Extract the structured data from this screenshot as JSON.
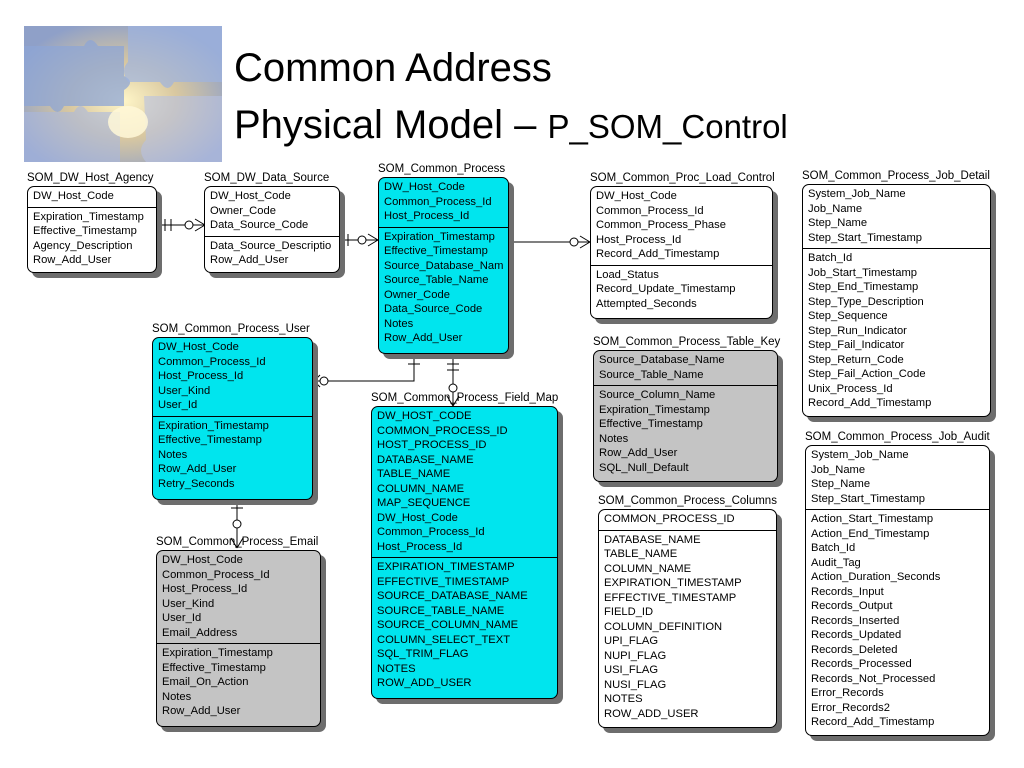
{
  "slide": {
    "title_line1": "Common Address",
    "title_line2": "Physical Model –",
    "title_line2_suffix": "P_SOM_Control"
  },
  "colors": {
    "cyan": "#00e5ee",
    "gray": "#c4c4c4",
    "white": "#ffffff",
    "shadow": "#6d6d6d"
  },
  "entities": {
    "host_agency": {
      "name": "SOM_DW_Host_Agency",
      "keys": [
        "DW_Host_Code"
      ],
      "attrs": [
        "Expiration_Timestamp",
        "Effective_Timestamp",
        "Agency_Description",
        "Row_Add_User"
      ]
    },
    "data_source": {
      "name": "SOM_DW_Data_Source",
      "keys": [
        "DW_Host_Code",
        "Owner_Code",
        "Data_Source_Code"
      ],
      "attrs": [
        "Data_Source_Descriptio",
        "Row_Add_User"
      ]
    },
    "common_process": {
      "name": "SOM_Common_Process",
      "keys": [
        "DW_Host_Code",
        "Common_Process_Id",
        "Host_Process_Id"
      ],
      "attrs": [
        "Expiration_Timestamp",
        "Effective_Timestamp",
        "Source_Database_Nam",
        "Source_Table_Name",
        "Owner_Code",
        "Data_Source_Code",
        "Notes",
        "Row_Add_User"
      ]
    },
    "proc_load_control": {
      "name": "SOM_Common_Proc_Load_Control",
      "keys": [
        "DW_Host_Code",
        "Common_Process_Id",
        "Common_Process_Phase",
        "Host_Process_Id",
        "Record_Add_Timestamp"
      ],
      "attrs": [
        "Load_Status",
        "Record_Update_Timestamp",
        "Attempted_Seconds"
      ]
    },
    "job_detail": {
      "name": "SOM_Common_Process_Job_Detail",
      "keys": [
        "System_Job_Name",
        "Job_Name",
        "Step_Name",
        "Step_Start_Timestamp"
      ],
      "attrs": [
        "Batch_Id",
        "Job_Start_Timestamp",
        "Step_End_Timestamp",
        "Step_Type_Description",
        "Step_Sequence",
        "Step_Run_Indicator",
        "Step_Fail_Indicator",
        "Step_Return_Code",
        "Step_Fail_Action_Code",
        "Unix_Process_Id",
        "Record_Add_Timestamp"
      ]
    },
    "process_user": {
      "name": "SOM_Common_Process_User",
      "keys": [
        "DW_Host_Code",
        "Common_Process_Id",
        "Host_Process_Id",
        "User_Kind",
        "User_Id"
      ],
      "attrs": [
        "Expiration_Timestamp",
        "Effective_Timestamp",
        "Notes",
        "Row_Add_User",
        "Retry_Seconds"
      ]
    },
    "table_key": {
      "name": "SOM_Common_Process_Table_Key",
      "keys": [
        "Source_Database_Name",
        "Source_Table_Name"
      ],
      "attrs": [
        "Source_Column_Name",
        "Expiration_Timestamp",
        "Effective_Timestamp",
        "Notes",
        "Row_Add_User",
        "SQL_Null_Default"
      ]
    },
    "field_map": {
      "name": "SOM_Common_Process_Field_Map",
      "keys": [
        "DW_HOST_CODE",
        "COMMON_PROCESS_ID",
        "HOST_PROCESS_ID",
        "DATABASE_NAME",
        "TABLE_NAME",
        "COLUMN_NAME",
        "MAP_SEQUENCE",
        "DW_Host_Code",
        "Common_Process_Id",
        "Host_Process_Id"
      ],
      "attrs": [
        "EXPIRATION_TIMESTAMP",
        "EFFECTIVE_TIMESTAMP",
        "SOURCE_DATABASE_NAME",
        "SOURCE_TABLE_NAME",
        "SOURCE_COLUMN_NAME",
        "COLUMN_SELECT_TEXT",
        "SQL_TRIM_FLAG",
        "NOTES",
        "ROW_ADD_USER"
      ]
    },
    "job_audit": {
      "name": "SOM_Common_Process_Job_Audit",
      "keys": [
        "System_Job_Name",
        "Job_Name",
        "Step_Name",
        "Step_Start_Timestamp"
      ],
      "attrs": [
        "Action_Start_Timestamp",
        "Action_End_Timestamp",
        "Batch_Id",
        "Audit_Tag",
        "Action_Duration_Seconds",
        "Records_Input",
        "Records_Output",
        "Records_Inserted",
        "Records_Updated",
        "Records_Deleted",
        "Records_Processed",
        "Records_Not_Processed",
        "Error_Records",
        "Error_Records2",
        "Record_Add_Timestamp"
      ]
    },
    "process_columns": {
      "name": "SOM_Common_Process_Columns",
      "keys": [
        "COMMON_PROCESS_ID"
      ],
      "attrs": [
        "DATABASE_NAME",
        "TABLE_NAME",
        "COLUMN_NAME",
        "EXPIRATION_TIMESTAMP",
        "EFFECTIVE_TIMESTAMP",
        "FIELD_ID",
        "COLUMN_DEFINITION",
        "UPI_FLAG",
        "NUPI_FLAG",
        "USI_FLAG",
        "NUSI_FLAG",
        "NOTES",
        "ROW_ADD_USER"
      ]
    },
    "process_email": {
      "name": "SOM_Common_Process_Email",
      "keys": [
        "DW_Host_Code",
        "Common_Process_Id",
        "Host_Process_Id",
        "User_Kind",
        "User_Id",
        "Email_Address"
      ],
      "attrs": [
        "Expiration_Timestamp",
        "Effective_Timestamp",
        "Email_On_Action",
        "Notes",
        "Row_Add_User"
      ]
    }
  }
}
